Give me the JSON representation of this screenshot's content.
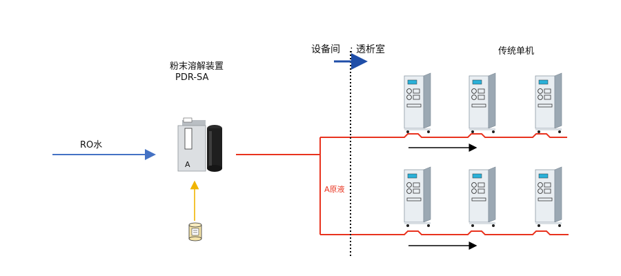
{
  "labels": {
    "ro_water": "RO水",
    "device_name": "粉末溶解装置",
    "device_model": "PDR-SA",
    "a_tank": "A",
    "a_solution": "A原液",
    "equipment_room": "设备间",
    "dialysis_room": "透析室",
    "traditional_units": "传统单机"
  },
  "colors": {
    "ro_line": "#4472c4",
    "a_line": "#e8321e",
    "feed_arrow": "#f0b400",
    "divider_arrow": "#1f4ea8",
    "flow_arrow": "#000000",
    "a_label": "#e8321e"
  },
  "icons": {
    "dialysis_machine": "dialysis-machine-icon",
    "powder_drum": "powder-drum-icon",
    "dissolver": "powder-dissolver-icon"
  },
  "machines": {
    "rows": 2,
    "per_row": 3
  }
}
